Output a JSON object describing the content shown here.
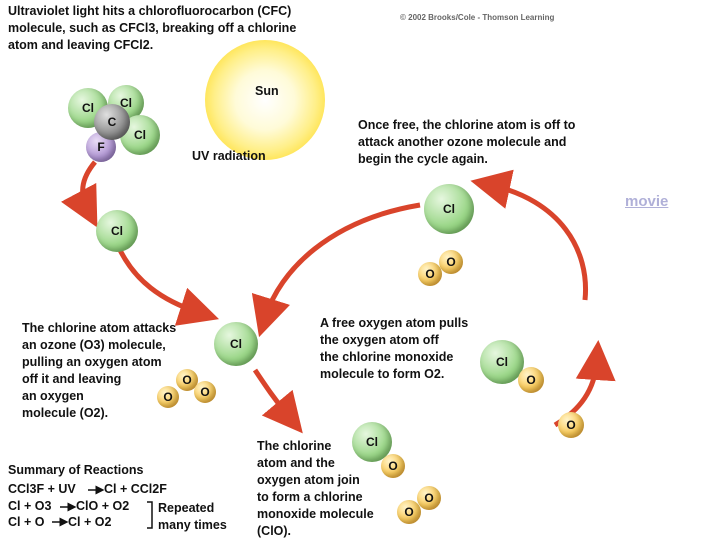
{
  "header": {
    "intro": "Ultraviolet light hits a chlorofluorocarbon (CFC) molecule, such as CFCl3, breaking off a chlorine atom and leaving CFCl2.",
    "copyright": "© 2002 Brooks/Cole - Thomson Learning",
    "movie_link": "movie"
  },
  "sun": {
    "label": "Sun"
  },
  "uv_label": "UV radiation",
  "captions": {
    "free_again": "Once free, the chlorine atom is off to attack another ozone molecule and begin the cycle again.",
    "attack_line1": "The chlorine atom attacks",
    "attack_line2": "an ozone (O3) molecule,",
    "attack_line3": "pulling an oxygen atom",
    "attack_line4": "off it and leaving",
    "attack_line5": "an oxygen",
    "attack_line6": "molecule (O2).",
    "pull_line1": "A free oxygen atom pulls",
    "pull_line2": "the oxygen atom off",
    "pull_line3": "the chlorine monoxide",
    "pull_line4": "molecule to form O2.",
    "join_line1": "The chlorine",
    "join_line2": "atom and the",
    "join_line3": "oxygen atom join",
    "join_line4": "to form a chlorine",
    "join_line5": "monoxide molecule",
    "join_line6": "(ClO)."
  },
  "summary": {
    "title": "Summary of Reactions",
    "r1_left": "CCl3F + UV",
    "r1_right": "Cl + CCl2F",
    "r2_left": "Cl + O3",
    "r2_right": "ClO + O2",
    "r3_left": "Cl + O",
    "r3_right": "Cl + O2",
    "repeated_line1": "Repeated",
    "repeated_line2": "many times"
  },
  "atoms": {
    "cl": "Cl",
    "c": "C",
    "f": "F",
    "o": "O"
  },
  "colors": {
    "arrow": "#d9442b",
    "chlorine": "#9ed88c",
    "oxygen": "#fccd5c",
    "carbon": "#909090",
    "fluorine": "#b49ad6"
  }
}
